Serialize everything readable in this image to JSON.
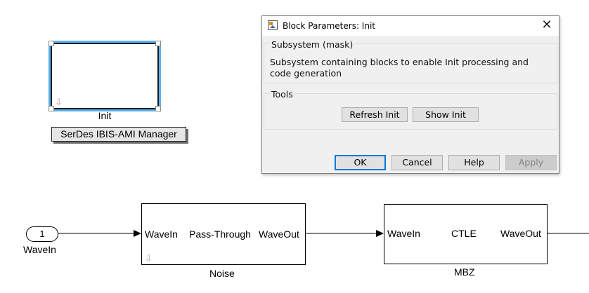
{
  "init_block": {
    "label": "Init"
  },
  "manager_block": {
    "label": "SerDes IBIS-AMI Manager"
  },
  "dialog": {
    "title": "Block Parameters: Init",
    "section_subsystem": "Subsystem (mask)",
    "description": "Subsystem containing blocks to enable Init processing and code generation",
    "section_tools": "Tools",
    "refresh_button": "Refresh Init",
    "show_button": "Show Init",
    "ok_button": "OK",
    "cancel_button": "Cancel",
    "help_button": "Help",
    "apply_button": "Apply"
  },
  "inport": {
    "number": "1",
    "label": "WaveIn"
  },
  "noise_block": {
    "in_port": "WaveIn",
    "title": "Pass-Through",
    "out_port": "WaveOut",
    "label": "Noise"
  },
  "ctle_block": {
    "in_port": "WaveIn",
    "title": "CTLE",
    "out_port": "WaveOut",
    "label": "MBZ"
  },
  "colors": {
    "selection": "#59b0f0",
    "ok_focus": "#0078d7",
    "dialog_bg": "#f0f0f0"
  }
}
